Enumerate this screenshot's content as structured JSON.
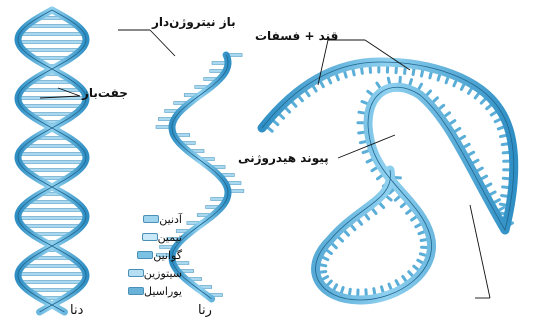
{
  "labels": {
    "nitrogen_base": "باز نیتروژن‌دار",
    "base_pair": "جفت‌باز",
    "sugar_phosphate": "قند + فسفات",
    "hydrogen_bond": "پیوند هیدروژنی",
    "dna": "دنا",
    "rna": "رنا"
  },
  "legend": {
    "items": [
      {
        "label": "آدنین",
        "color": "#9fd4ee"
      },
      {
        "label": "تیمین",
        "color": "#c9e9f8"
      },
      {
        "label": "گوانین",
        "color": "#7cc2e4"
      },
      {
        "label": "سیتوزین",
        "color": "#b5def2"
      },
      {
        "label": "یوراسیل",
        "color": "#6ab3d8"
      }
    ]
  },
  "colors": {
    "strand": "#3d9ed0",
    "strand_light": "#a9d9f0",
    "outline": "#2b6f96",
    "rung": "#8cc9e8"
  }
}
